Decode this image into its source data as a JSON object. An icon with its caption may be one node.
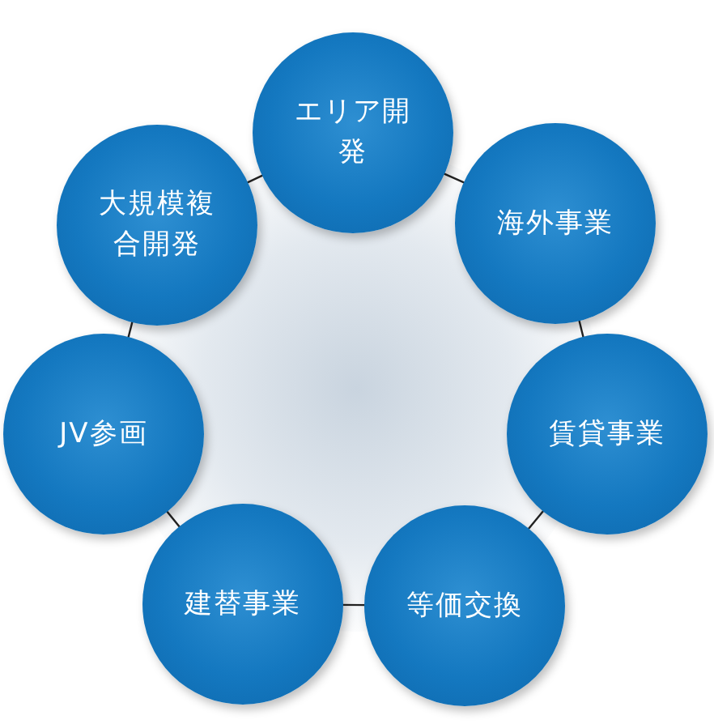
{
  "diagram": {
    "nodes": [
      {
        "text": [
          "エリア開発"
        ]
      },
      {
        "text": [
          "大規模複合開発"
        ]
      },
      {
        "text": [
          "海外事業"
        ]
      },
      {
        "text": [
          "JV参画"
        ]
      },
      {
        "text": [
          "賃貸事業"
        ]
      },
      {
        "text": [
          "建替事業"
        ]
      },
      {
        "text": [
          "等価交換"
        ]
      }
    ],
    "edges": [
      {
        "from": 0,
        "to": 2,
        "arrow": "none"
      },
      {
        "from": 2,
        "to": 4,
        "arrow": "none"
      },
      {
        "from": 4,
        "to": 6,
        "arrow": "none"
      },
      {
        "from": 6,
        "to": 5,
        "arrow": "none"
      },
      {
        "from": 5,
        "to": 3,
        "arrow": "none"
      },
      {
        "from": 3,
        "to": 1,
        "arrow": "none"
      },
      {
        "from": 1,
        "to": 0,
        "arrow": "none"
      }
    ]
  }
}
